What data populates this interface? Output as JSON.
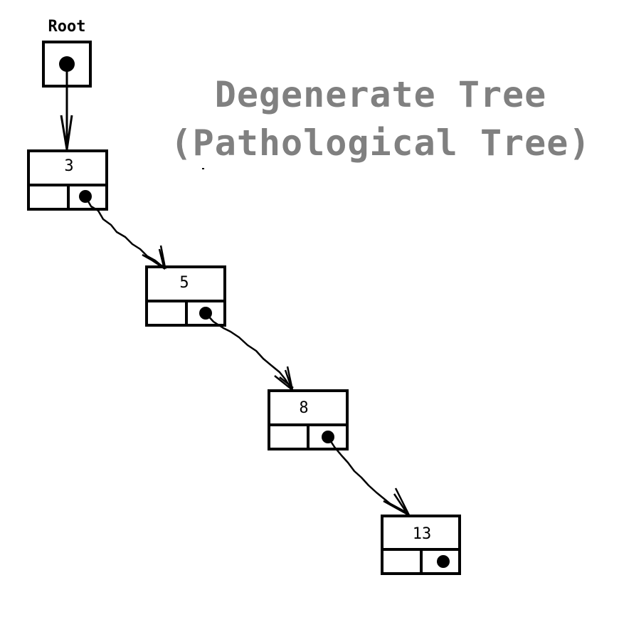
{
  "title": {
    "line1": "Degenerate Tree",
    "line2": "(Pathological Tree)",
    "color": "#808080"
  },
  "root": {
    "label": "Root"
  },
  "nodes": [
    {
      "value": "3"
    },
    {
      "value": "5"
    },
    {
      "value": "8"
    },
    {
      "value": "13"
    }
  ],
  "colors": {
    "ink": "#000000",
    "background": "#ffffff"
  }
}
